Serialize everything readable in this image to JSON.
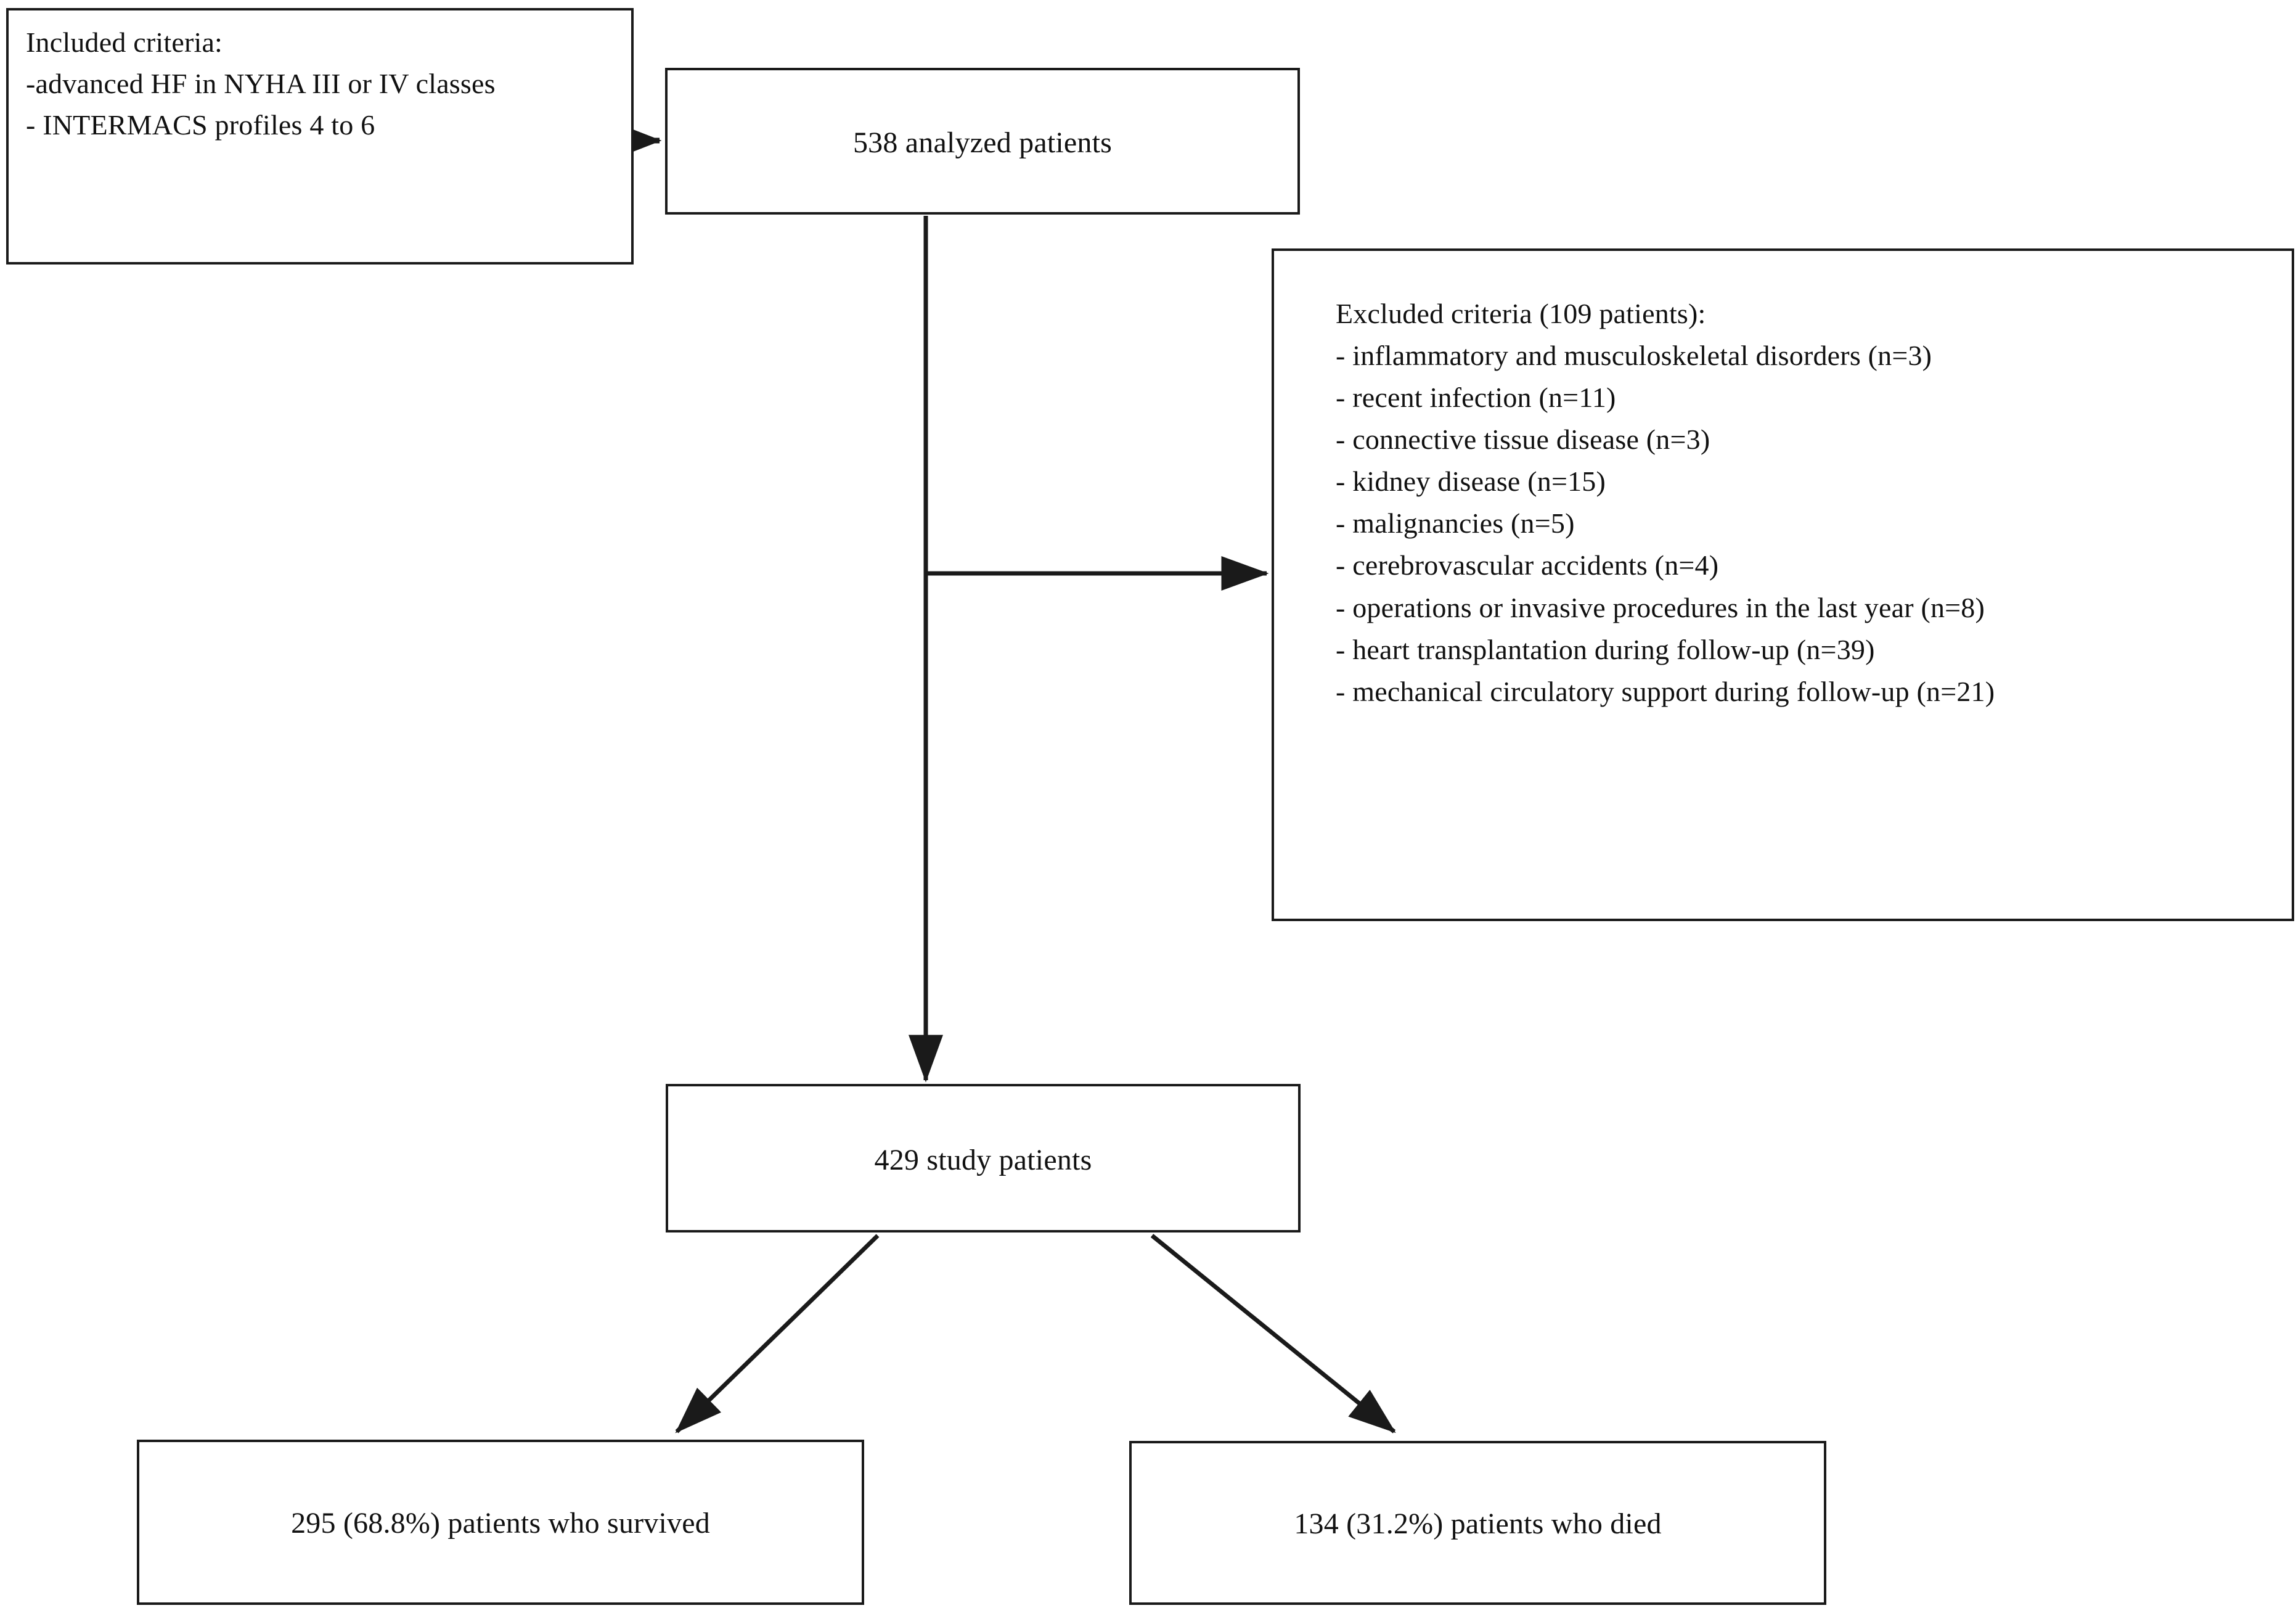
{
  "figure": {
    "type": "study-flow-diagram",
    "background_color": "#ffffff",
    "line_color": "#1a1a1a",
    "text_color": "#111111"
  },
  "nodes": {
    "included_criteria": {
      "text": "Included criteria:\n-advanced HF in NYHA III or IV classes\n- INTERMACS profiles 4 to 6"
    },
    "analyzed_patients": {
      "text": "538 analyzed patients",
      "count": 538
    },
    "excluded_criteria": {
      "text": "Excluded criteria (109 patients):\n- inflammatory and musculoskeletal disorders (n=3)\n- recent infection (n=11)\n- connective tissue disease (n=3)\n- kidney disease (n=15)\n- malignancies (n=5)\n- cerebrovascular accidents (n=4)\n- operations or invasive procedures in the last year (n=8)\n- heart transplantation during follow-up (n=39)\n- mechanical circulatory support during follow-up (n=21)",
      "heading": "Excluded criteria (109 patients):",
      "total_excluded": 109,
      "items": [
        {
          "label": "inflammatory and musculoskeletal disorders",
          "n": 3
        },
        {
          "label": "recent infection",
          "n": 11
        },
        {
          "label": "connective tissue disease",
          "n": 3
        },
        {
          "label": "kidney disease",
          "n": 15
        },
        {
          "label": "malignancies",
          "n": 5
        },
        {
          "label": "cerebrovascular accidents",
          "n": 4
        },
        {
          "label": "operations or invasive procedures in the last year",
          "n": 8
        },
        {
          "label": "heart transplantation during follow-up",
          "n": 39
        },
        {
          "label": "mechanical circulatory support during follow-up",
          "n": 21
        }
      ]
    },
    "study_patients": {
      "text": "429 study patients",
      "count": 429
    },
    "survived": {
      "text": "295 (68.8%) patients who survived",
      "count": 295,
      "percent": "68.8%"
    },
    "died": {
      "text": "134 (31.2%) patients who died",
      "count": 134,
      "percent": "31.2%"
    }
  },
  "connectors": [
    {
      "name": "included-to-analyzed",
      "from": "included_criteria",
      "to": "analyzed_patients",
      "style": "straight-horizontal-arrow"
    },
    {
      "name": "analyzed-to-excluded",
      "from": "analyzed_patients",
      "to": "excluded_criteria",
      "style": "branch-horizontal-arrow"
    },
    {
      "name": "analyzed-to-study",
      "from": "analyzed_patients",
      "to": "study_patients",
      "style": "straight-vertical-arrow"
    },
    {
      "name": "study-to-survived",
      "from": "study_patients",
      "to": "survived",
      "style": "diagonal-arrow-left"
    },
    {
      "name": "study-to-died",
      "from": "study_patients",
      "to": "died",
      "style": "diagonal-arrow-right"
    }
  ]
}
